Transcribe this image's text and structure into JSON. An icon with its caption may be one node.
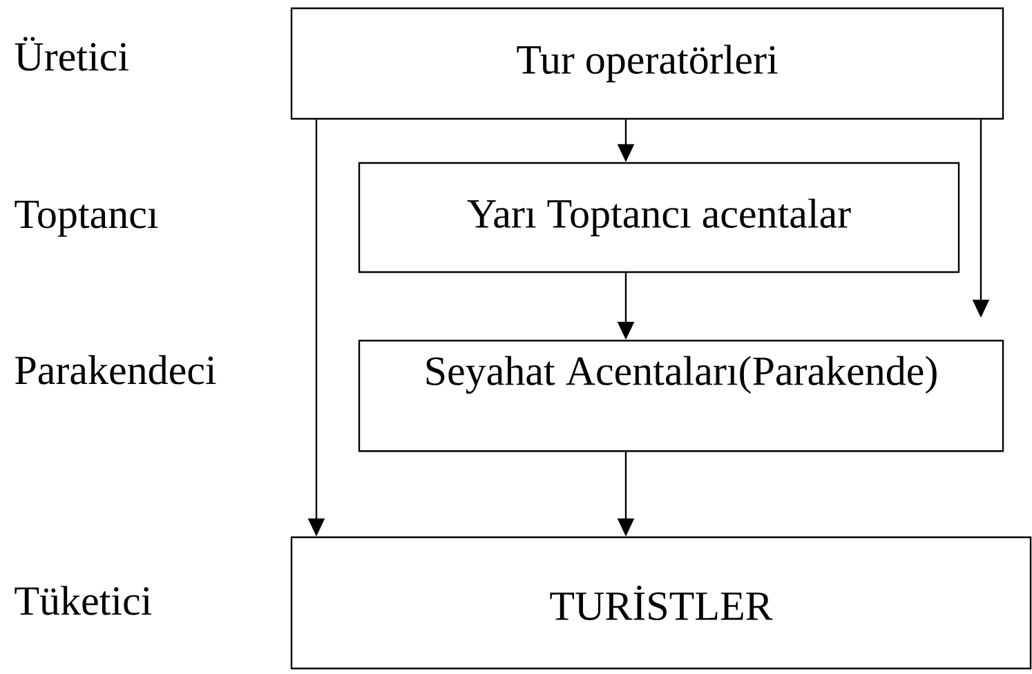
{
  "diagram": {
    "nodes": [
      {
        "text": [
          "Tur operatörleri"
        ]
      },
      {
        "text": [
          "Yarı Toptancı acentalar"
        ]
      },
      {
        "text": [
          "Seyahat Acentaları(Parakende)"
        ]
      },
      {
        "text": [
          "TURİSTLER"
        ]
      }
    ],
    "edges": [
      {
        "from": 0,
        "to": 3,
        "arrow": "to"
      },
      {
        "from": 0,
        "to": 1,
        "arrow": "to"
      },
      {
        "from": 0,
        "to": 2,
        "arrow": "to"
      },
      {
        "from": 1,
        "to": 2,
        "arrow": "to"
      },
      {
        "from": 2,
        "to": 3,
        "arrow": "to"
      }
    ],
    "labels": [
      "Üretici",
      "Toptancı",
      "Parakendeci",
      "Tüketici"
    ]
  }
}
